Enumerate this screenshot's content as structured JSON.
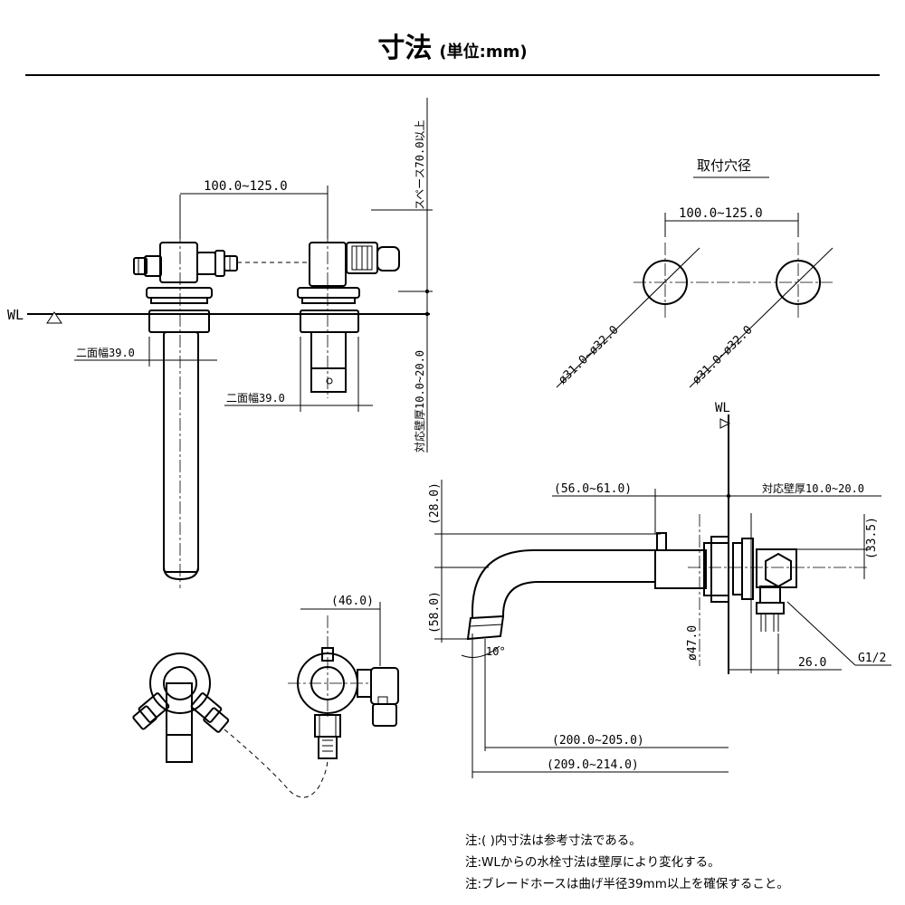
{
  "title": {
    "main": "寸法",
    "unit": "(単位:mm)"
  },
  "labels": {
    "wl_left": "WL",
    "wl_side": "WL",
    "space": "スペース70.0以上",
    "wall_thickness_v": "対応壁厚10.0~20.0",
    "wall_thickness_h": "対応壁厚10.0~20.0",
    "pitch_front": "100.0~125.0",
    "hex_width_1": "二面幅39.0",
    "hex_width_2": "二面幅39.0",
    "hole_title": "取付穴径",
    "pitch_hole": "100.0~125.0",
    "hole_dia_left": "ø31.0~ø32.0",
    "hole_dia_right": "ø31.0~ø32.0",
    "dim_46": "(46.0)",
    "dim_56_61": "(56.0~61.0)",
    "dim_28": "(28.0)",
    "dim_58": "(58.0)",
    "dim_33_5": "(33.5)",
    "dim_47": "ø47.0",
    "angle": "10°",
    "thread": "G1/2",
    "dim_26": "26.0",
    "dim_200_205": "(200.0~205.0)",
    "dim_209_214": "(209.0~214.0)"
  },
  "notes": [
    "注:( )内寸法は参考寸法である。",
    "注:WLからの水栓寸法は壁厚により変化する。",
    "注:ブレードホースは曲げ半径39mm以上を確保すること。"
  ]
}
